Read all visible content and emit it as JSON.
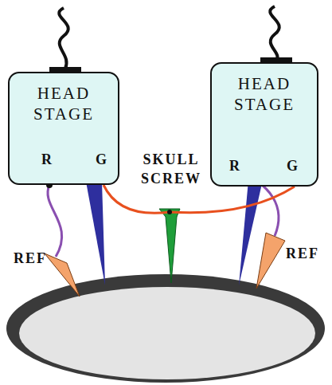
{
  "diagram": {
    "nodes": [
      {
        "text": [
          "HEAD STAGE",
          "R",
          "G"
        ]
      },
      {
        "text": [
          "HEAD STAGE",
          "R",
          "G"
        ]
      }
    ],
    "edges": [
      {
        "from": 0,
        "to": 1,
        "arrow": "none"
      }
    ],
    "labels": [
      "SKULL SCREW",
      "REF",
      "REF"
    ]
  }
}
